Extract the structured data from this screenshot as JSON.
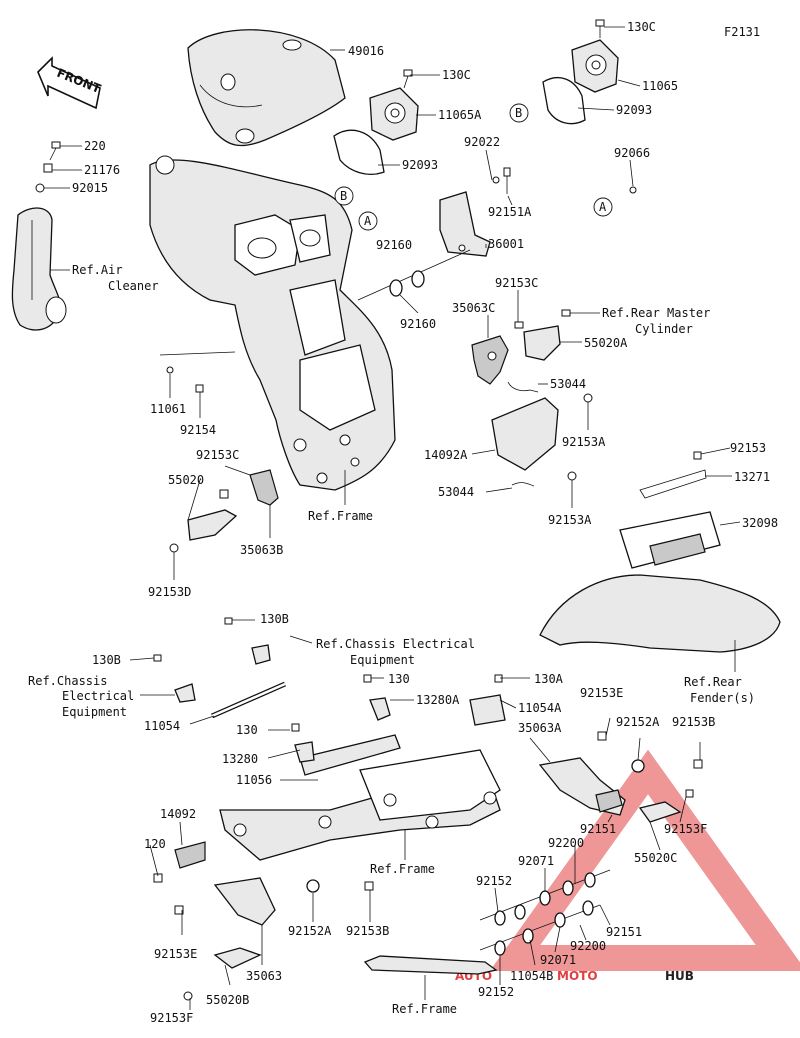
{
  "figure_code": "F2131",
  "front_label": "FRONT",
  "colors": {
    "watermark_red": "#e24040",
    "watermark_dark": "#222222",
    "line": "#111111"
  },
  "watermark": {
    "part_a": "AUTO",
    "part_b": "MOTO",
    "part_c": "HUB"
  },
  "callouts": [
    "A",
    "B",
    "A",
    "B"
  ],
  "labels": [
    {
      "id": "130C-top",
      "text": "130C"
    },
    {
      "id": "11065",
      "text": "11065"
    },
    {
      "id": "92093-top",
      "text": "92093"
    },
    {
      "id": "49016",
      "text": "49016"
    },
    {
      "id": "130C",
      "text": "130C"
    },
    {
      "id": "11065A",
      "text": "11065A"
    },
    {
      "id": "92093",
      "text": "92093"
    },
    {
      "id": "92022",
      "text": "92022"
    },
    {
      "id": "92066",
      "text": "92066"
    },
    {
      "id": "92151A",
      "text": "92151A"
    },
    {
      "id": "36001",
      "text": "36001"
    },
    {
      "id": "220",
      "text": "220"
    },
    {
      "id": "21176",
      "text": "21176"
    },
    {
      "id": "92015",
      "text": "92015"
    },
    {
      "id": "ref-air-1",
      "text": "Ref.Air"
    },
    {
      "id": "ref-air-2",
      "text": "Cleaner"
    },
    {
      "id": "92160-a",
      "text": "92160"
    },
    {
      "id": "92160-b",
      "text": "92160"
    },
    {
      "id": "92153C-a",
      "text": "92153C"
    },
    {
      "id": "35063C",
      "text": "35063C"
    },
    {
      "id": "ref-rmc-1",
      "text": "Ref.Rear Master"
    },
    {
      "id": "ref-rmc-2",
      "text": "Cylinder"
    },
    {
      "id": "55020A",
      "text": "55020A"
    },
    {
      "id": "53044-a",
      "text": "53044"
    },
    {
      "id": "92153A-a",
      "text": "92153A"
    },
    {
      "id": "14092A",
      "text": "14092A"
    },
    {
      "id": "53044-b",
      "text": "53044"
    },
    {
      "id": "92153A-b",
      "text": "92153A"
    },
    {
      "id": "11061",
      "text": "11061"
    },
    {
      "id": "92154",
      "text": "92154"
    },
    {
      "id": "92153C-b",
      "text": "92153C"
    },
    {
      "id": "55020",
      "text": "55020"
    },
    {
      "id": "35063B",
      "text": "35063B"
    },
    {
      "id": "92153D",
      "text": "92153D"
    },
    {
      "id": "ref-frame-1",
      "text": "Ref.Frame"
    },
    {
      "id": "92153",
      "text": "92153"
    },
    {
      "id": "13271",
      "text": "13271"
    },
    {
      "id": "32098",
      "text": "32098"
    },
    {
      "id": "ref-fender-1",
      "text": "Ref.Rear"
    },
    {
      "id": "ref-fender-2",
      "text": "Fender(s)"
    },
    {
      "id": "130B-a",
      "text": "130B"
    },
    {
      "id": "ref-cee-1",
      "text": "Ref.Chassis Electrical"
    },
    {
      "id": "ref-cee-2",
      "text": "Equipment"
    },
    {
      "id": "130B-b",
      "text": "130B"
    },
    {
      "id": "ref-ce-1",
      "text": "Ref.Chassis"
    },
    {
      "id": "ref-ce-2",
      "text": "Electrical"
    },
    {
      "id": "ref-ce-3",
      "text": "Equipment"
    },
    {
      "id": "11054",
      "text": "11054"
    },
    {
      "id": "130-a",
      "text": "130"
    },
    {
      "id": "13280A",
      "text": "13280A"
    },
    {
      "id": "130A",
      "text": "130A"
    },
    {
      "id": "11054A",
      "text": "11054A"
    },
    {
      "id": "92153E-a",
      "text": "92153E"
    },
    {
      "id": "35063A",
      "text": "35063A"
    },
    {
      "id": "92152A-a",
      "text": "92152A"
    },
    {
      "id": "92153B-a",
      "text": "92153B"
    },
    {
      "id": "130-b",
      "text": "130"
    },
    {
      "id": "13280",
      "text": "13280"
    },
    {
      "id": "11056",
      "text": "11056"
    },
    {
      "id": "14092",
      "text": "14092"
    },
    {
      "id": "120",
      "text": "120"
    },
    {
      "id": "ref-frame-2",
      "text": "Ref.Frame"
    },
    {
      "id": "92151-a",
      "text": "92151"
    },
    {
      "id": "92153F-a",
      "text": "92153F"
    },
    {
      "id": "92200-a",
      "text": "92200"
    },
    {
      "id": "55020C",
      "text": "55020C"
    },
    {
      "id": "92071-a",
      "text": "92071"
    },
    {
      "id": "92152-a",
      "text": "92152"
    },
    {
      "id": "92152A-b",
      "text": "92152A"
    },
    {
      "id": "92153B-b",
      "text": "92153B"
    },
    {
      "id": "92151-b",
      "text": "92151"
    },
    {
      "id": "92200-b",
      "text": "92200"
    },
    {
      "id": "92071-b",
      "text": "92071"
    },
    {
      "id": "11054B",
      "text": "11054B"
    },
    {
      "id": "92152-b",
      "text": "92152"
    },
    {
      "id": "92153E-b",
      "text": "92153E"
    },
    {
      "id": "35063",
      "text": "35063"
    },
    {
      "id": "55020B",
      "text": "55020B"
    },
    {
      "id": "92153F-b",
      "text": "92153F"
    },
    {
      "id": "ref-frame-3",
      "text": "Ref.Frame"
    }
  ]
}
